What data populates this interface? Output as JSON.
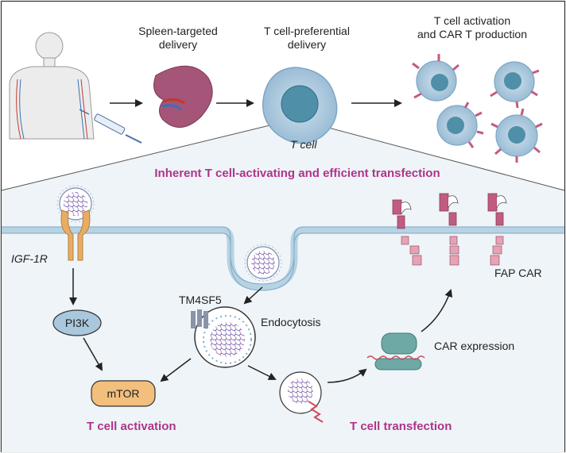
{
  "top": {
    "spleen_label": [
      "Spleen-targeted",
      "delivery"
    ],
    "tcell_pref_label": [
      "T cell-preferential",
      "delivery"
    ],
    "activation_label": [
      "T cell activation",
      "and CAR T production"
    ],
    "tcell_caption": "T cell"
  },
  "panel": {
    "headline": "Inherent T cell-activating and efficient transfection",
    "igf1r": "IGF-1R",
    "pi3k": "PI3K",
    "mtor": "mTOR",
    "tm4sf5": "TM4SF5",
    "endocytosis": "Endocytosis",
    "car_expression": "CAR expression",
    "fap_car": "FAP CAR",
    "activation_title": "T cell activation",
    "transfection_title": "T cell transfection"
  },
  "colors": {
    "accent_magenta": "#b0338a",
    "cell_blue": "#a9c7dd",
    "nucleus_blue": "#4f8fa8",
    "mtor_orange": "#f2bf7d",
    "receptor_orange": "#e8ad63",
    "car_pink": "#c25b80",
    "ribosome_teal": "#6ea9a6"
  }
}
